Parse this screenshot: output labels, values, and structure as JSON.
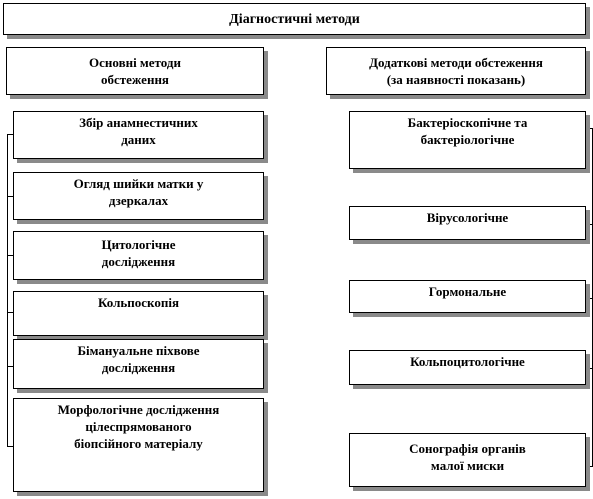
{
  "title": "Діагностичні методи",
  "main_methods": {
    "header": "Основні методи\nобстеження",
    "items": [
      "Збір анамнестичних\nданих",
      "Огляд шийки  матки у\nдзеркалах",
      "Цитологічне\nдослідження",
      "Кольпоскопія",
      "Бімануальне  піхвове\nдослідження",
      "Морфологічне дослідження\nцілеспрямованого\nбіопсійного матеріалу"
    ]
  },
  "additional_methods": {
    "header": "Додаткові методи обстеження\n(за наявності показань)",
    "items": [
      "Бактеріоскопічне та\nбактеріологічне",
      "Вірусологічне",
      "Гормональне",
      "Кольпоцитологічне",
      "Сонографія  органів\nмалої миски"
    ]
  }
}
